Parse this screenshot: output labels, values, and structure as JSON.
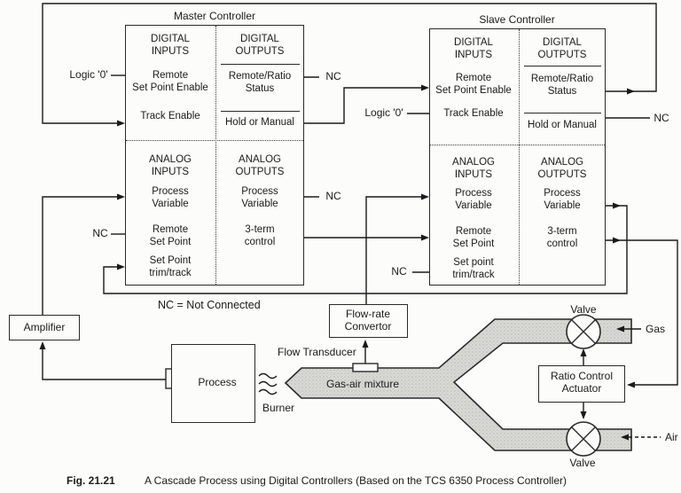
{
  "master": {
    "title": "Master Controller",
    "digital_inputs_header": "DIGITAL\nINPUTS",
    "remote_set_point_enable": "Remote\nSet Point Enable",
    "track_enable": "Track Enable",
    "digital_outputs_header": "DIGITAL\nOUTPUTS",
    "remote_ratio_status": "Remote/Ratio\nStatus",
    "hold_or_manual": "Hold or Manual",
    "analog_inputs_header": "ANALOG\nINPUTS",
    "process_variable_in": "Process\nVariable",
    "remote_set_point": "Remote\nSet Point",
    "set_point_trim_track": "Set Point\ntrim/track",
    "analog_outputs_header": "ANALOG\nOUTPUTS",
    "process_variable_out": "Process\nVariable",
    "three_term_control": "3-term\ncontrol"
  },
  "slave": {
    "title": "Slave Controller",
    "digital_inputs_header": "DIGITAL\nINPUTS",
    "remote_set_point_enable": "Remote\nSet Point Enable",
    "track_enable": "Track Enable",
    "digital_outputs_header": "DIGITAL\nOUTPUTS",
    "remote_ratio_status": "Remote/Ratio\nStatus",
    "hold_or_manual": "Hold or Manual",
    "analog_inputs_header": "ANALOG\nINPUTS",
    "process_variable_in": "Process\nVariable",
    "remote_set_point": "Remote\nSet Point",
    "set_point_trim_track": "Set point\ntrim/track",
    "analog_outputs_header": "ANALOG\nOUTPUTS",
    "process_variable_out": "Process\nVariable",
    "three_term_control": "3-term\ncontrol"
  },
  "signals": {
    "logic0_master": "Logic '0'",
    "logic0_slave": "Logic '0'",
    "nc_master_remote_ratio": "NC",
    "nc_slave_hold_manual": "NC",
    "nc_master_pv_out": "NC",
    "nc_master_remote_sp": "NC",
    "nc_slave_sp_trim": "NC",
    "nc_legend": "NC = Not Connected"
  },
  "plant": {
    "amplifier": "Amplifier",
    "process": "Process",
    "burner": "Burner",
    "flow_rate_convertor": "Flow-rate\nConvertor",
    "flow_transducer": "Flow Transducer",
    "gas_air_mixture": "Gas-air mixture",
    "ratio_control_actuator": "Ratio Control\nActuator",
    "valve_gas": "Valve",
    "valve_air": "Valve",
    "gas_supply": "Gas",
    "air_supply": "Air"
  },
  "figure": {
    "number": "Fig. 21.21",
    "caption": "A Cascade Process using Digital Controllers (Based on the TCS 6350 Process Controller)"
  },
  "colors": {
    "ink": "#1a1a1a",
    "pipe_fill": "#d9d9d5"
  }
}
